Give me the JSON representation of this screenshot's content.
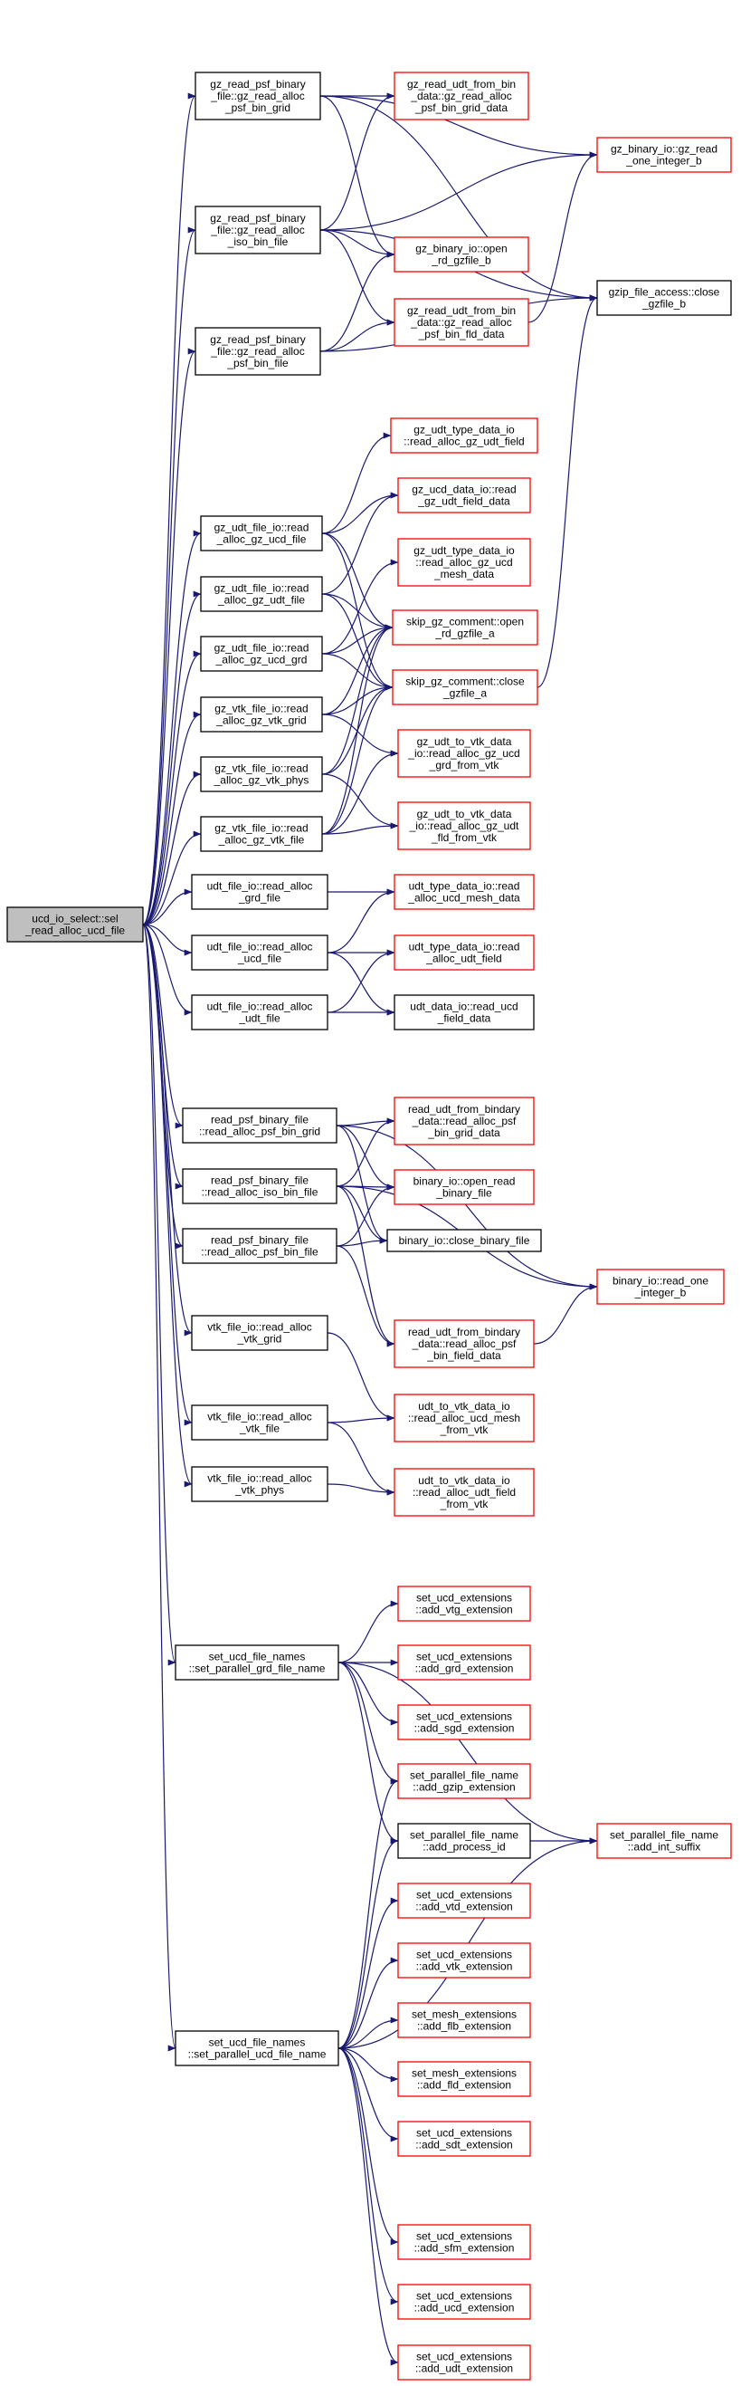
{
  "colors": {
    "edge": "#191970",
    "documented_border": "#000000",
    "undocumented_border": "#ff0000",
    "root_fill": "#bfbfbf"
  },
  "nodes": [
    {
      "id": "root",
      "lines": [
        "ucd_io_select::sel",
        "_read_alloc_ucd_file"
      ],
      "border": "black",
      "root": true
    },
    {
      "id": "gz_psf_grd",
      "lines": [
        "gz_read_psf_binary",
        "_file::gz_read_alloc",
        "_psf_bin_grid"
      ],
      "border": "black"
    },
    {
      "id": "gz_psf_iso",
      "lines": [
        "gz_read_psf_binary",
        "_file::gz_read_alloc",
        "_iso_bin_file"
      ],
      "border": "black"
    },
    {
      "id": "gz_psf_file",
      "lines": [
        "gz_read_psf_binary",
        "_file::gz_read_alloc",
        "_psf_bin_file"
      ],
      "border": "black"
    },
    {
      "id": "gz_udt_grid_data",
      "lines": [
        "gz_read_udt_from_bin",
        "_data::gz_read_alloc",
        "_psf_bin_grid_data"
      ],
      "border": "red"
    },
    {
      "id": "gz_bin_read_int",
      "lines": [
        "gz_binary_io::gz_read",
        "_one_integer_b"
      ],
      "border": "red"
    },
    {
      "id": "gz_bin_open",
      "lines": [
        "gz_binary_io::open",
        "_rd_gzfile_b"
      ],
      "border": "red"
    },
    {
      "id": "gz_udt_fld_data",
      "lines": [
        "gz_read_udt_from_bin",
        "_data::gz_read_alloc",
        "_psf_bin_fld_data"
      ],
      "border": "red"
    },
    {
      "id": "gzip_close",
      "lines": [
        "gzip_file_access::close",
        "_gzfile_b"
      ],
      "border": "black"
    },
    {
      "id": "gz_ucd_file",
      "lines": [
        "gz_udt_file_io::read",
        "_alloc_gz_ucd_file"
      ],
      "border": "black"
    },
    {
      "id": "gz_udt_file",
      "lines": [
        "gz_udt_file_io::read",
        "_alloc_gz_udt_file"
      ],
      "border": "black"
    },
    {
      "id": "gz_ucd_grd",
      "lines": [
        "gz_udt_file_io::read",
        "_alloc_gz_ucd_grd"
      ],
      "border": "black"
    },
    {
      "id": "gz_vtk_grid",
      "lines": [
        "gz_vtk_file_io::read",
        "_alloc_gz_vtk_grid"
      ],
      "border": "black"
    },
    {
      "id": "gz_vtk_phys",
      "lines": [
        "gz_vtk_file_io::read",
        "_alloc_gz_vtk_phys"
      ],
      "border": "black"
    },
    {
      "id": "gz_vtk_file",
      "lines": [
        "gz_vtk_file_io::read",
        "_alloc_gz_vtk_file"
      ],
      "border": "black"
    },
    {
      "id": "gz_udt_field",
      "lines": [
        "gz_udt_type_data_io",
        "::read_alloc_gz_udt_field"
      ],
      "border": "red"
    },
    {
      "id": "gz_ucd_field_data",
      "lines": [
        "gz_ucd_data_io::read",
        "_gz_udt_field_data"
      ],
      "border": "red"
    },
    {
      "id": "gz_ucd_mesh_data",
      "lines": [
        "gz_udt_type_data_io",
        "::read_alloc_gz_ucd",
        "_mesh_data"
      ],
      "border": "red"
    },
    {
      "id": "skip_open",
      "lines": [
        "skip_gz_comment::open",
        "_rd_gzfile_a"
      ],
      "border": "red"
    },
    {
      "id": "skip_close",
      "lines": [
        "skip_gz_comment::close",
        "_gzfile_a"
      ],
      "border": "red"
    },
    {
      "id": "gz_ucd_grd_vtk",
      "lines": [
        "gz_udt_to_vtk_data",
        "_io::read_alloc_gz_ucd",
        "_grd_from_vtk"
      ],
      "border": "red"
    },
    {
      "id": "gz_udt_fld_vtk",
      "lines": [
        "gz_udt_to_vtk_data",
        "_io::read_alloc_gz_udt",
        "_fld_from_vtk"
      ],
      "border": "red"
    },
    {
      "id": "udt_grd",
      "lines": [
        "udt_file_io::read_alloc",
        "_grd_file"
      ],
      "border": "black"
    },
    {
      "id": "udt_ucd",
      "lines": [
        "udt_file_io::read_alloc",
        "_ucd_file"
      ],
      "border": "black"
    },
    {
      "id": "udt_udt",
      "lines": [
        "udt_file_io::read_alloc",
        "_udt_file"
      ],
      "border": "black"
    },
    {
      "id": "udt_mesh_data",
      "lines": [
        "udt_type_data_io::read",
        "_alloc_ucd_mesh_data"
      ],
      "border": "red"
    },
    {
      "id": "udt_field",
      "lines": [
        "udt_type_data_io::read",
        "_alloc_udt_field"
      ],
      "border": "red"
    },
    {
      "id": "udt_field_data",
      "lines": [
        "udt_data_io::read_ucd",
        "_field_data"
      ],
      "border": "black"
    },
    {
      "id": "psf_grd",
      "lines": [
        "read_psf_binary_file",
        "::read_alloc_psf_bin_grid"
      ],
      "border": "black"
    },
    {
      "id": "psf_iso",
      "lines": [
        "read_psf_binary_file",
        "::read_alloc_iso_bin_file"
      ],
      "border": "black"
    },
    {
      "id": "psf_file",
      "lines": [
        "read_psf_binary_file",
        "::read_alloc_psf_bin_file"
      ],
      "border": "black"
    },
    {
      "id": "bindary_grid",
      "lines": [
        "read_udt_from_bindary",
        "_data::read_alloc_psf",
        "_bin_grid_data"
      ],
      "border": "red"
    },
    {
      "id": "bin_open",
      "lines": [
        "binary_io::open_read",
        "_binary_file"
      ],
      "border": "red"
    },
    {
      "id": "bin_close",
      "lines": [
        "binary_io::close_binary_file"
      ],
      "border": "black"
    },
    {
      "id": "bin_read_int",
      "lines": [
        "binary_io::read_one",
        "_integer_b"
      ],
      "border": "red"
    },
    {
      "id": "bindary_field",
      "lines": [
        "read_udt_from_bindary",
        "_data::read_alloc_psf",
        "_bin_field_data"
      ],
      "border": "red"
    },
    {
      "id": "vtk_grid",
      "lines": [
        "vtk_file_io::read_alloc",
        "_vtk_grid"
      ],
      "border": "black"
    },
    {
      "id": "vtk_file",
      "lines": [
        "vtk_file_io::read_alloc",
        "_vtk_file"
      ],
      "border": "black"
    },
    {
      "id": "vtk_phys",
      "lines": [
        "vtk_file_io::read_alloc",
        "_vtk_phys"
      ],
      "border": "black"
    },
    {
      "id": "vtk_ucd_mesh",
      "lines": [
        "udt_to_vtk_data_io",
        "::read_alloc_ucd_mesh",
        "_from_vtk"
      ],
      "border": "red"
    },
    {
      "id": "vtk_udt_field",
      "lines": [
        "udt_to_vtk_data_io",
        "::read_alloc_udt_field",
        "_from_vtk"
      ],
      "border": "red"
    },
    {
      "id": "set_grd",
      "lines": [
        "set_ucd_file_names",
        "::set_parallel_grd_file_name"
      ],
      "border": "black"
    },
    {
      "id": "set_ucd",
      "lines": [
        "set_ucd_file_names",
        "::set_parallel_ucd_file_name"
      ],
      "border": "black"
    },
    {
      "id": "ext_vtg",
      "lines": [
        "set_ucd_extensions",
        "::add_vtg_extension"
      ],
      "border": "red"
    },
    {
      "id": "ext_grd",
      "lines": [
        "set_ucd_extensions",
        "::add_grd_extension"
      ],
      "border": "red"
    },
    {
      "id": "ext_sgd",
      "lines": [
        "set_ucd_extensions",
        "::add_sgd_extension"
      ],
      "border": "red"
    },
    {
      "id": "gzip_ext",
      "lines": [
        "set_parallel_file_name",
        "::add_gzip_extension"
      ],
      "border": "red"
    },
    {
      "id": "process_id",
      "lines": [
        "set_parallel_file_name",
        "::add_process_id"
      ],
      "border": "black"
    },
    {
      "id": "int_suffix",
      "lines": [
        "set_parallel_file_name",
        "::add_int_suffix"
      ],
      "border": "red"
    },
    {
      "id": "ext_vtd",
      "lines": [
        "set_ucd_extensions",
        "::add_vtd_extension"
      ],
      "border": "red"
    },
    {
      "id": "ext_vtk",
      "lines": [
        "set_ucd_extensions",
        "::add_vtk_extension"
      ],
      "border": "red"
    },
    {
      "id": "ext_flb",
      "lines": [
        "set_mesh_extensions",
        "::add_flb_extension"
      ],
      "border": "red"
    },
    {
      "id": "ext_fld",
      "lines": [
        "set_mesh_extensions",
        "::add_fld_extension"
      ],
      "border": "red"
    },
    {
      "id": "ext_sdt",
      "lines": [
        "set_ucd_extensions",
        "::add_sdt_extension"
      ],
      "border": "red"
    },
    {
      "id": "ext_sfm",
      "lines": [
        "set_ucd_extensions",
        "::add_sfm_extension"
      ],
      "border": "red"
    },
    {
      "id": "ext_ucd",
      "lines": [
        "set_ucd_extensions",
        "::add_ucd_extension"
      ],
      "border": "red"
    },
    {
      "id": "ext_udt",
      "lines": [
        "set_ucd_extensions",
        "::add_udt_extension"
      ],
      "border": "red"
    }
  ],
  "edges": [
    [
      "root",
      "gz_psf_grd"
    ],
    [
      "root",
      "gz_psf_iso"
    ],
    [
      "root",
      "gz_psf_file"
    ],
    [
      "root",
      "gz_ucd_file"
    ],
    [
      "root",
      "gz_udt_file"
    ],
    [
      "root",
      "gz_ucd_grd"
    ],
    [
      "root",
      "gz_vtk_grid"
    ],
    [
      "root",
      "gz_vtk_phys"
    ],
    [
      "root",
      "gz_vtk_file"
    ],
    [
      "root",
      "udt_grd"
    ],
    [
      "root",
      "udt_ucd"
    ],
    [
      "root",
      "udt_udt"
    ],
    [
      "root",
      "psf_grd"
    ],
    [
      "root",
      "psf_iso"
    ],
    [
      "root",
      "psf_file"
    ],
    [
      "root",
      "vtk_grid"
    ],
    [
      "root",
      "vtk_file"
    ],
    [
      "root",
      "vtk_phys"
    ],
    [
      "root",
      "set_grd"
    ],
    [
      "root",
      "set_ucd"
    ],
    [
      "gz_psf_grd",
      "gz_udt_grid_data"
    ],
    [
      "gz_psf_grd",
      "gz_bin_read_int"
    ],
    [
      "gz_psf_grd",
      "gzip_close"
    ],
    [
      "gz_psf_grd",
      "gz_bin_open"
    ],
    [
      "gz_psf_iso",
      "gz_udt_grid_data"
    ],
    [
      "gz_psf_iso",
      "gz_bin_read_int"
    ],
    [
      "gz_psf_iso",
      "gz_bin_open"
    ],
    [
      "gz_psf_iso",
      "gz_udt_fld_data"
    ],
    [
      "gz_psf_iso",
      "gzip_close"
    ],
    [
      "gz_psf_file",
      "gz_bin_open"
    ],
    [
      "gz_psf_file",
      "gz_udt_fld_data"
    ],
    [
      "gz_psf_file",
      "gzip_close"
    ],
    [
      "gz_udt_fld_data",
      "gz_bin_read_int"
    ],
    [
      "gz_ucd_file",
      "gz_udt_field"
    ],
    [
      "gz_ucd_file",
      "gz_ucd_field_data"
    ],
    [
      "gz_ucd_file",
      "skip_open"
    ],
    [
      "gz_ucd_file",
      "skip_close"
    ],
    [
      "gz_udt_file",
      "gz_ucd_field_data"
    ],
    [
      "gz_udt_file",
      "skip_open"
    ],
    [
      "gz_udt_file",
      "skip_close"
    ],
    [
      "gz_ucd_grd",
      "gz_ucd_mesh_data"
    ],
    [
      "gz_ucd_grd",
      "skip_open"
    ],
    [
      "gz_ucd_grd",
      "skip_close"
    ],
    [
      "gz_vtk_grid",
      "skip_open"
    ],
    [
      "gz_vtk_grid",
      "skip_close"
    ],
    [
      "gz_vtk_grid",
      "gz_ucd_grd_vtk"
    ],
    [
      "gz_vtk_phys",
      "skip_open"
    ],
    [
      "gz_vtk_phys",
      "skip_close"
    ],
    [
      "gz_vtk_phys",
      "gz_udt_fld_vtk"
    ],
    [
      "gz_vtk_file",
      "skip_open"
    ],
    [
      "gz_vtk_file",
      "skip_close"
    ],
    [
      "gz_vtk_file",
      "gz_ucd_grd_vtk"
    ],
    [
      "gz_vtk_file",
      "gz_udt_fld_vtk"
    ],
    [
      "skip_close",
      "gzip_close"
    ],
    [
      "udt_grd",
      "udt_mesh_data"
    ],
    [
      "udt_ucd",
      "udt_mesh_data"
    ],
    [
      "udt_ucd",
      "udt_field"
    ],
    [
      "udt_ucd",
      "udt_field_data"
    ],
    [
      "udt_udt",
      "udt_field"
    ],
    [
      "udt_udt",
      "udt_field_data"
    ],
    [
      "psf_grd",
      "bindary_grid"
    ],
    [
      "psf_grd",
      "bin_open"
    ],
    [
      "psf_grd",
      "bin_close"
    ],
    [
      "psf_grd",
      "bin_read_int"
    ],
    [
      "psf_iso",
      "bindary_grid"
    ],
    [
      "psf_iso",
      "bin_open"
    ],
    [
      "psf_iso",
      "bin_close"
    ],
    [
      "psf_iso",
      "bindary_field"
    ],
    [
      "psf_iso",
      "bin_read_int"
    ],
    [
      "psf_file",
      "bin_open"
    ],
    [
      "psf_file",
      "bin_close"
    ],
    [
      "psf_file",
      "bindary_field"
    ],
    [
      "bindary_field",
      "bin_read_int"
    ],
    [
      "vtk_grid",
      "vtk_ucd_mesh"
    ],
    [
      "vtk_file",
      "vtk_ucd_mesh"
    ],
    [
      "vtk_file",
      "vtk_udt_field"
    ],
    [
      "vtk_phys",
      "vtk_udt_field"
    ],
    [
      "set_grd",
      "ext_vtg"
    ],
    [
      "set_grd",
      "ext_grd"
    ],
    [
      "set_grd",
      "ext_sgd"
    ],
    [
      "set_grd",
      "gzip_ext"
    ],
    [
      "set_grd",
      "process_id"
    ],
    [
      "set_grd",
      "int_suffix"
    ],
    [
      "set_ucd",
      "gzip_ext"
    ],
    [
      "set_ucd",
      "process_id"
    ],
    [
      "set_ucd",
      "ext_vtd"
    ],
    [
      "set_ucd",
      "ext_vtk"
    ],
    [
      "set_ucd",
      "ext_flb"
    ],
    [
      "set_ucd",
      "ext_fld"
    ],
    [
      "set_ucd",
      "ext_sdt"
    ],
    [
      "set_ucd",
      "ext_sfm"
    ],
    [
      "set_ucd",
      "ext_ucd"
    ],
    [
      "set_ucd",
      "ext_udt"
    ],
    [
      "set_ucd",
      "int_suffix"
    ],
    [
      "process_id",
      "int_suffix"
    ]
  ]
}
